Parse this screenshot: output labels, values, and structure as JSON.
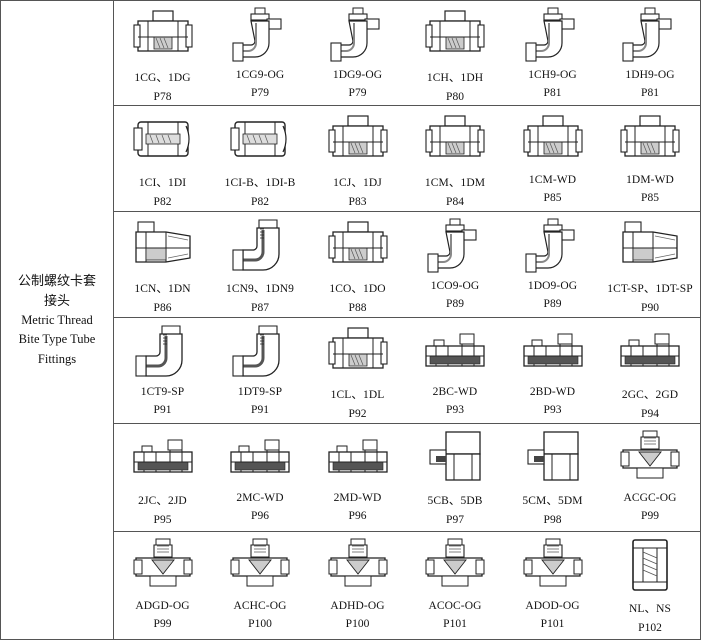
{
  "category": {
    "cn_line1": "公制螺纹卡套",
    "cn_line2": "接头",
    "en_line1": "Metric Thread",
    "en_line2": "Bite Type Tube",
    "en_line3": "Fittings"
  },
  "rows": [
    [
      {
        "code": "1CG、1DG",
        "page": "P78",
        "icon": "straight-union-icon"
      },
      {
        "code": "1CG9-OG",
        "page": "P79",
        "icon": "elbow-banjo-icon"
      },
      {
        "code": "1DG9-OG",
        "page": "P79",
        "icon": "elbow-banjo-icon"
      },
      {
        "code": "1CH、1DH",
        "page": "P80",
        "icon": "straight-union-icon"
      },
      {
        "code": "1CH9-OG",
        "page": "P81",
        "icon": "elbow-banjo-icon"
      },
      {
        "code": "1DH9-OG",
        "page": "P81",
        "icon": "elbow-banjo-icon"
      }
    ],
    [
      {
        "code": "1CI、1DI",
        "page": "P82",
        "icon": "bulkhead-connector-icon"
      },
      {
        "code": "1CI-B、1DI-B",
        "page": "P82",
        "icon": "bulkhead-connector-icon"
      },
      {
        "code": "1CJ、1DJ",
        "page": "P83",
        "icon": "straight-union-icon"
      },
      {
        "code": "1CM、1DM",
        "page": "P84",
        "icon": "straight-union-icon"
      },
      {
        "code": "1CM-WD",
        "page": "P85",
        "icon": "straight-union-icon"
      },
      {
        "code": "1DM-WD",
        "page": "P85",
        "icon": "straight-union-icon"
      }
    ],
    [
      {
        "code": "1CN、1DN",
        "page": "P86",
        "icon": "tapered-connector-icon"
      },
      {
        "code": "1CN9、1DN9",
        "page": "P87",
        "icon": "elbow-threaded-icon"
      },
      {
        "code": "1CO、1DO",
        "page": "P88",
        "icon": "straight-union-icon"
      },
      {
        "code": "1CO9-OG",
        "page": "P89",
        "icon": "elbow-banjo-icon"
      },
      {
        "code": "1DO9-OG",
        "page": "P89",
        "icon": "elbow-banjo-icon"
      },
      {
        "code": "1CT-SP、1DT-SP",
        "page": "P90",
        "icon": "tapered-connector-icon"
      }
    ],
    [
      {
        "code": "1CT9-SP",
        "page": "P91",
        "icon": "elbow-threaded-icon"
      },
      {
        "code": "1DT9-SP",
        "page": "P91",
        "icon": "elbow-threaded-icon"
      },
      {
        "code": "1CL、1DL",
        "page": "P92",
        "icon": "straight-union-icon"
      },
      {
        "code": "2BC-WD",
        "page": "P93",
        "icon": "long-union-icon"
      },
      {
        "code": "2BD-WD",
        "page": "P93",
        "icon": "long-union-icon"
      },
      {
        "code": "2GC、2GD",
        "page": "P94",
        "icon": "long-union-icon"
      }
    ],
    [
      {
        "code": "2JC、2JD",
        "page": "P95",
        "icon": "long-union-icon"
      },
      {
        "code": "2MC-WD",
        "page": "P96",
        "icon": "long-union-icon"
      },
      {
        "code": "2MD-WD",
        "page": "P96",
        "icon": "long-union-icon"
      },
      {
        "code": "5CB、5DB",
        "page": "P97",
        "icon": "cap-fitting-icon"
      },
      {
        "code": "5CM、5DM",
        "page": "P98",
        "icon": "cap-fitting-icon"
      },
      {
        "code": "ACGC-OG",
        "page": "P99",
        "icon": "tee-fitting-icon"
      }
    ],
    [
      {
        "code": "ADGD-OG",
        "page": "P99",
        "icon": "tee-fitting-icon"
      },
      {
        "code": "ACHC-OG",
        "page": "P100",
        "icon": "tee-fitting-icon"
      },
      {
        "code": "ADHD-OG",
        "page": "P100",
        "icon": "tee-fitting-icon"
      },
      {
        "code": "ACOC-OG",
        "page": "P101",
        "icon": "tee-fitting-icon"
      },
      {
        "code": "ADOD-OG",
        "page": "P101",
        "icon": "tee-fitting-icon"
      },
      {
        "code": "NL、NS",
        "page": "P102",
        "icon": "nut-icon"
      }
    ]
  ]
}
